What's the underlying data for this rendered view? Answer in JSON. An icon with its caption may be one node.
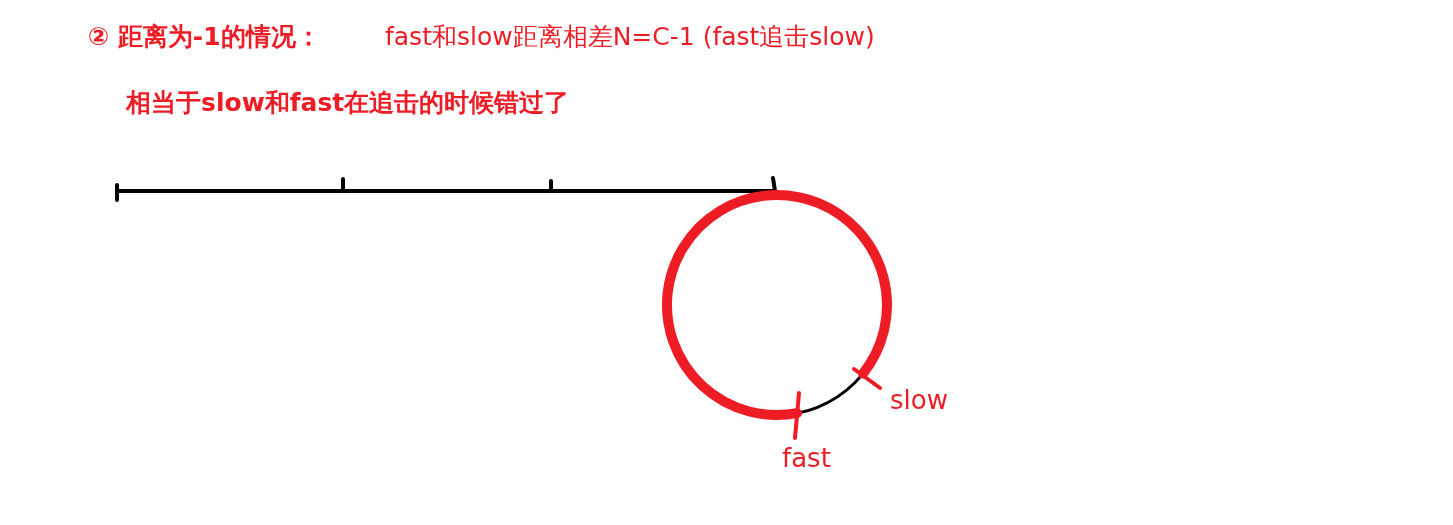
{
  "diagram": {
    "labels": [
      "② 距离为-1的情况：",
      "fast和slow距离相差N=C-1 (fast追击slow)",
      "相当于slow和fast在追击的时候错过了",
      "slow",
      "fast"
    ]
  }
}
